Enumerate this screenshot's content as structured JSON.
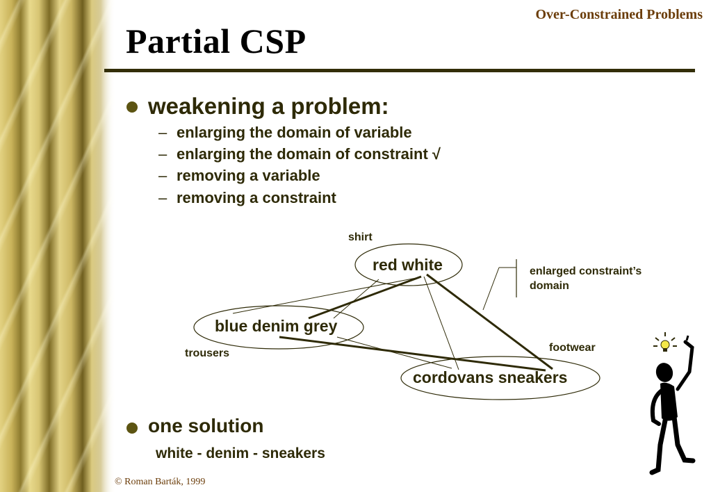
{
  "header": {
    "section": "Over-Constrained Problems"
  },
  "slide": {
    "title": "Partial CSP",
    "bullets": [
      {
        "text": "weakening a problem:",
        "subitems": [
          "enlarging the domain of variable",
          "enlarging the domain of constraint √",
          "removing a variable",
          "removing a constraint"
        ]
      },
      {
        "text": "one solution",
        "detail": "white - denim - sneakers"
      }
    ]
  },
  "diagram": {
    "variables": [
      {
        "name": "shirt",
        "values": "red white"
      },
      {
        "name": "trousers",
        "values": "blue denim grey"
      },
      {
        "name": "footwear",
        "values": "cordovans sneakers"
      }
    ],
    "annotation": "enlarged constraint’s domain",
    "annotation_line1": "enlarged constraint’s",
    "annotation_line2": "domain"
  },
  "illustration": {
    "icon": "idea-stick-figure-icon"
  },
  "footer": {
    "copyright": "© Roman Barták, 1999"
  },
  "colors": {
    "accent": "#6b3d0a",
    "text": "#2e2a07",
    "rule": "#332e08",
    "bullet": "#5c5412"
  }
}
